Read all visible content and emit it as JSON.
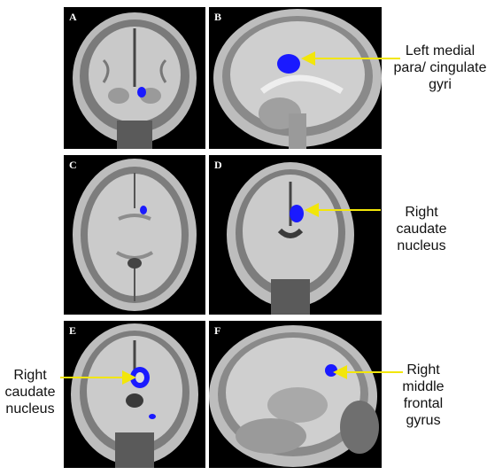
{
  "panels": [
    {
      "label": "A"
    },
    {
      "label": "B"
    },
    {
      "label": "C"
    },
    {
      "label": "D"
    },
    {
      "label": "E"
    },
    {
      "label": "F"
    }
  ],
  "annotations": {
    "b": {
      "line1": "Left medial",
      "line2": "para/ cingulate",
      "line3": "gyri"
    },
    "d": {
      "line1": "Right",
      "line2": "caudate",
      "line3": "nucleus"
    },
    "e": {
      "line1": "Right",
      "line2": "caudate",
      "line3": "nucleus"
    },
    "f": {
      "line1": "Right",
      "line2": "middle",
      "line3": "frontal",
      "line4": "gyrus"
    }
  },
  "colors": {
    "highlight": "#1a1aff",
    "arrow": "#f2e60a",
    "background": "#000000"
  }
}
